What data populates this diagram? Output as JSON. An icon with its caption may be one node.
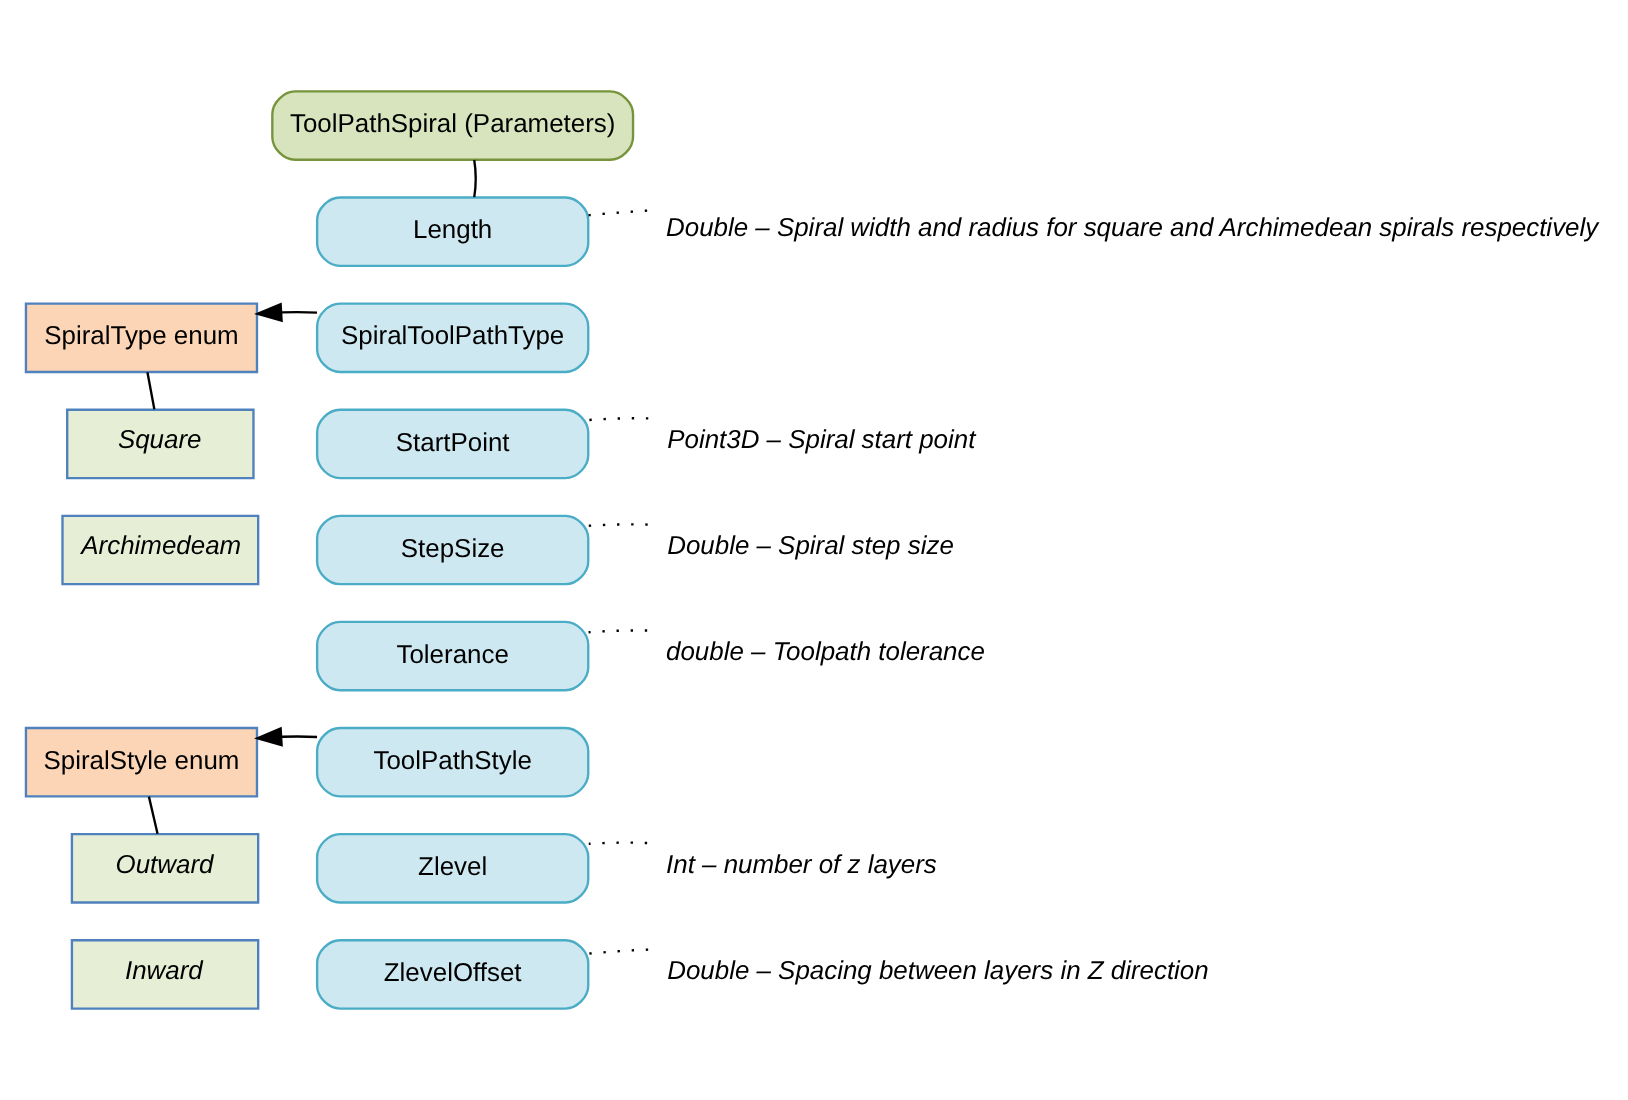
{
  "diagram": {
    "nodes": [
      {
        "text": [
          "ToolPathSpiral (Parameters)"
        ]
      },
      {
        "text": [
          "Length"
        ]
      },
      {
        "text": [
          "Double – Spiral width and radius for square and Archimedean spirals respectively"
        ]
      },
      {
        "text": [
          "SpiralToolPathType"
        ]
      },
      {
        "text": [
          "SpiralType enum"
        ]
      },
      {
        "text": [
          "Square"
        ]
      },
      {
        "text": [
          "Archimedeam"
        ]
      },
      {
        "text": [
          "StartPoint"
        ]
      },
      {
        "text": [
          "Point3D – Spiral start point"
        ]
      },
      {
        "text": [
          "StepSize"
        ]
      },
      {
        "text": [
          "Double – Spiral step size"
        ]
      },
      {
        "text": [
          "Tolerance"
        ]
      },
      {
        "text": [
          "double – Toolpath tolerance"
        ]
      },
      {
        "text": [
          "ToolPathStyle"
        ]
      },
      {
        "text": [
          "SpiralStyle enum"
        ]
      },
      {
        "text": [
          "Outward"
        ]
      },
      {
        "text": [
          "Inward"
        ]
      },
      {
        "text": [
          "Zlevel"
        ]
      },
      {
        "text": [
          "Int – number of z layers"
        ]
      },
      {
        "text": [
          "ZlevelOffset"
        ]
      },
      {
        "text": [
          "Double – Spacing between layers in Z direction"
        ]
      }
    ],
    "edges": [
      {
        "from": 0,
        "to": 1,
        "arrow": "none"
      },
      {
        "from": 2,
        "to": 1,
        "arrow": "none",
        "style": "dashed"
      },
      {
        "from": 3,
        "to": 4,
        "arrow": "to"
      },
      {
        "from": 4,
        "to": 5,
        "arrow": "none"
      },
      {
        "from": 8,
        "to": 7,
        "arrow": "none",
        "style": "dashed"
      },
      {
        "from": 10,
        "to": 9,
        "arrow": "none",
        "style": "dashed"
      },
      {
        "from": 12,
        "to": 11,
        "arrow": "none",
        "style": "dashed"
      },
      {
        "from": 13,
        "to": 14,
        "arrow": "to"
      },
      {
        "from": 14,
        "to": 15,
        "arrow": "none"
      },
      {
        "from": 18,
        "to": 17,
        "arrow": "none",
        "style": "dashed"
      },
      {
        "from": 20,
        "to": 19,
        "arrow": "none",
        "style": "dashed"
      }
    ]
  }
}
